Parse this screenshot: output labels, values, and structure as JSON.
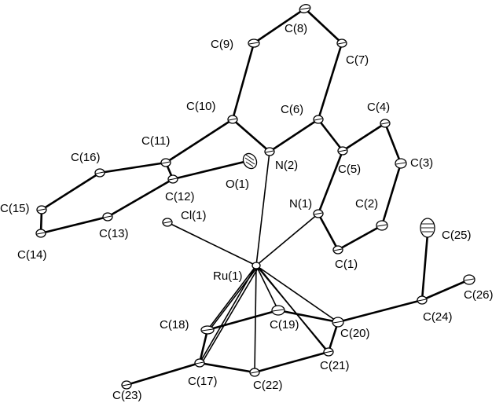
{
  "figure": {
    "atoms": {
      "Ru1": "Ru(1)",
      "N1": "N(1)",
      "N2": "N(2)",
      "O1": "O(1)",
      "Cl1": "Cl(1)",
      "C1": "C(1)",
      "C2": "C(2)",
      "C3": "C(3)",
      "C4": "C(4)",
      "C5": "C(5)",
      "C6": "C(6)",
      "C7": "C(7)",
      "C8": "C(8)",
      "C9": "C(9)",
      "C10": "C(10)",
      "C11": "C(11)",
      "C12": "C(12)",
      "C13": "C(13)",
      "C14": "C(14)",
      "C15": "C(15)",
      "C16": "C(16)",
      "C17": "C(17)",
      "C18": "C(18)",
      "C19": "C(19)",
      "C20": "C(20)",
      "C21": "C(21)",
      "C22": "C(22)",
      "C23": "C(23)",
      "C24": "C(24)",
      "C25": "C(25)",
      "C26": "C(26)"
    }
  }
}
